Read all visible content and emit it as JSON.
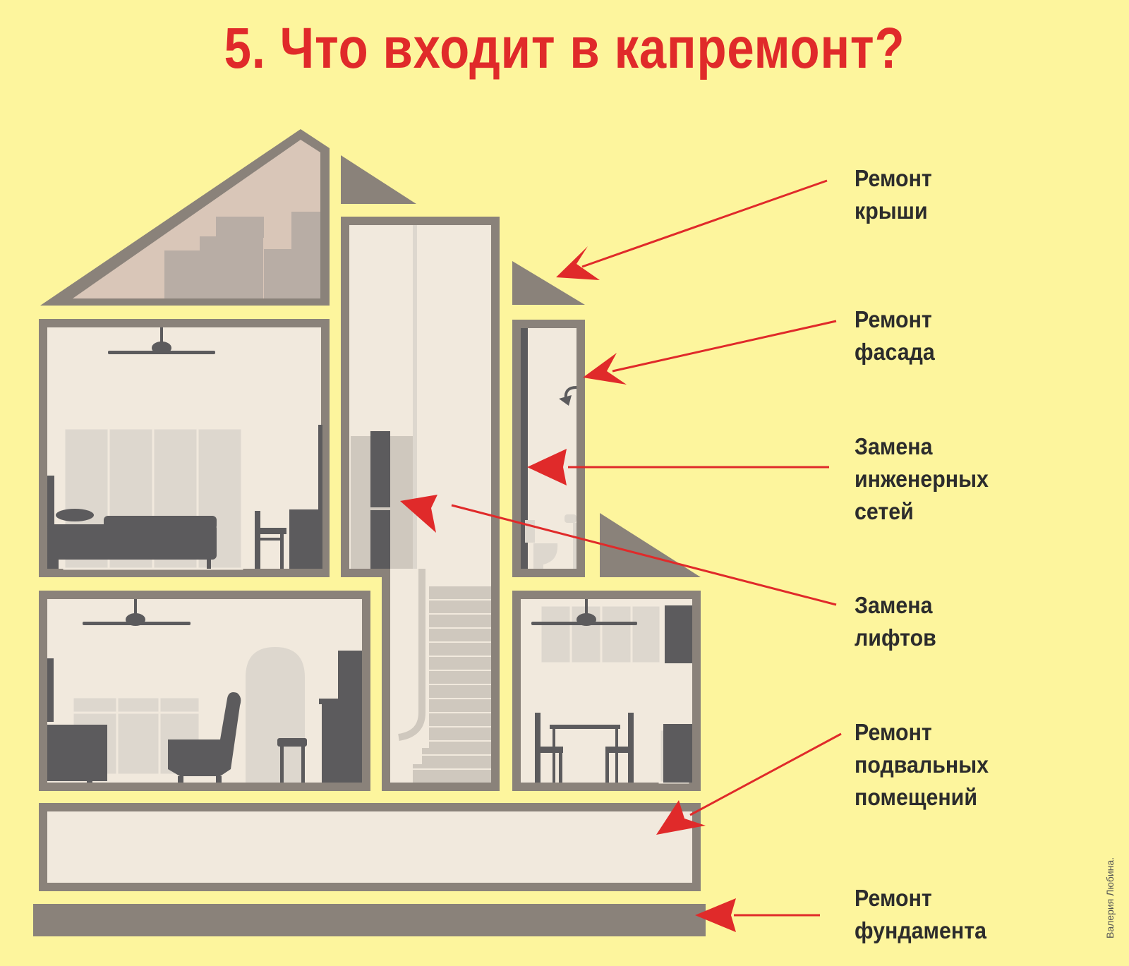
{
  "title": "5. Что входит в капремонт?",
  "labels": [
    {
      "text": "Ремонт крыши"
    },
    {
      "text": "Ремонт фасада"
    },
    {
      "text": "Замена\nинженерных сетей"
    },
    {
      "text": "Замена лифтов"
    },
    {
      "text": "Ремонт подвальных\nпомещений"
    },
    {
      "text": "Ремонт\nфундамента"
    }
  ],
  "credit": "Валерия Любина.",
  "colors": {
    "background": "#fdf59d",
    "wall": "#8a827a",
    "room": "#f1e9dd",
    "attic": "#d9c6b8",
    "furniture": "#5c5b5d",
    "arrow": "#e02a2a",
    "title": "#e02a2a"
  }
}
